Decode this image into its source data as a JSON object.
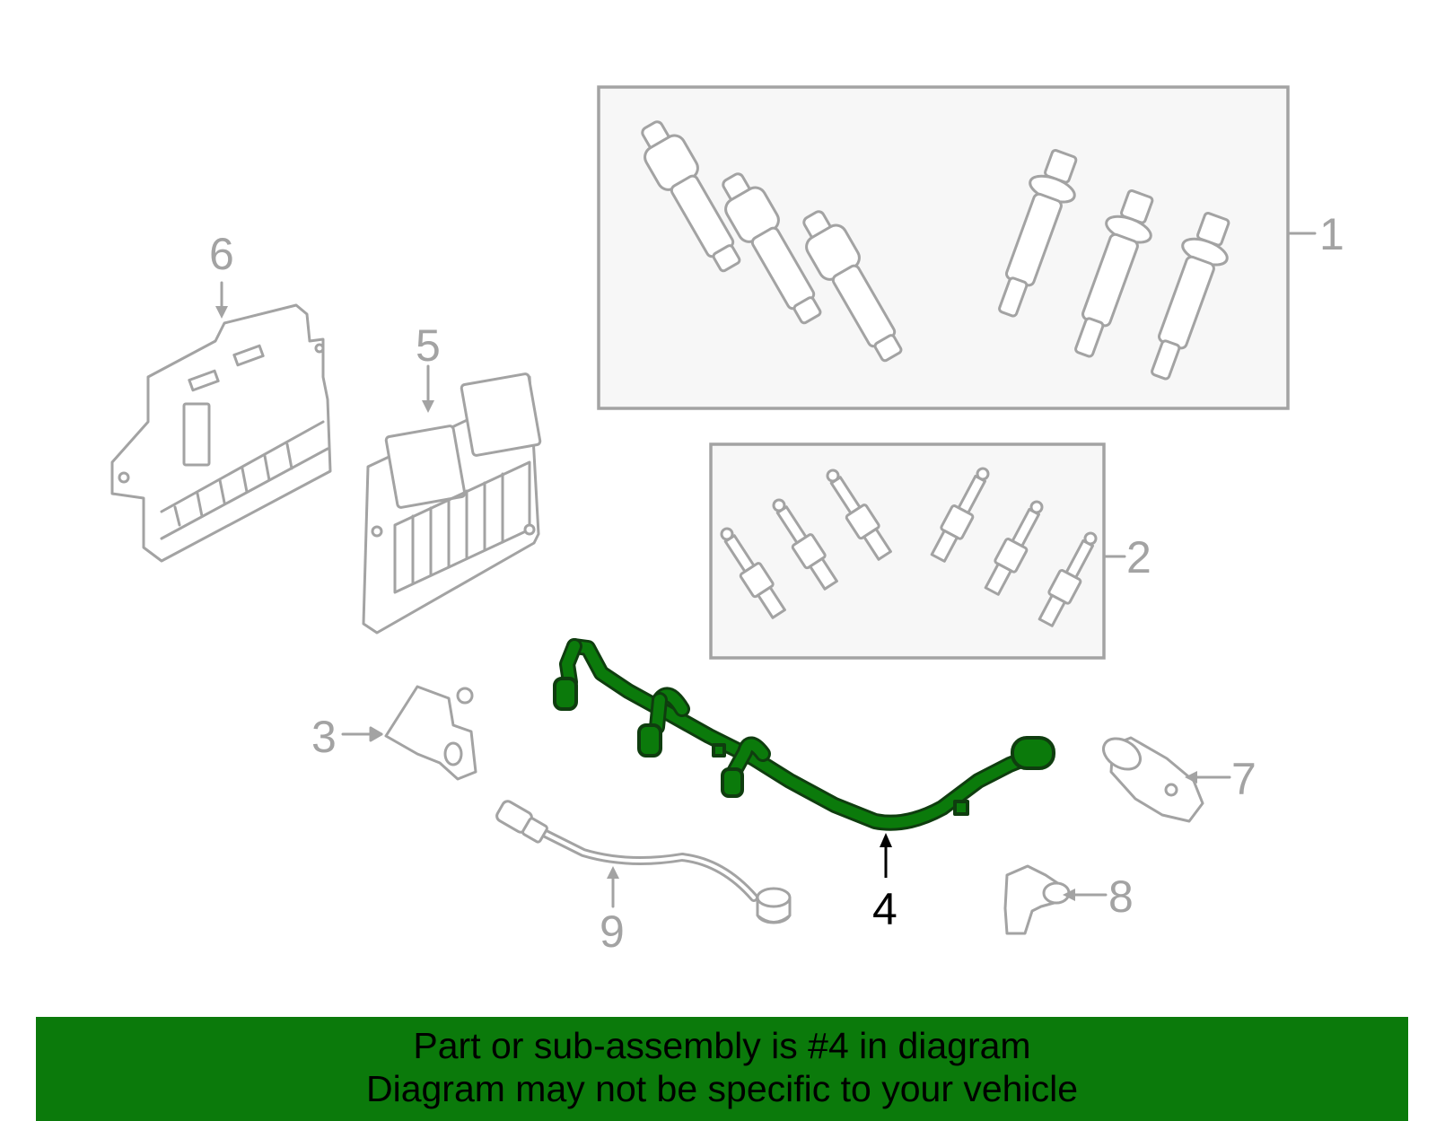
{
  "diagram": {
    "callouts": [
      "1",
      "2",
      "3",
      "4",
      "5",
      "6",
      "7",
      "8",
      "9"
    ],
    "highlighted": "4",
    "highlight_color": "#0b7a0b",
    "part_color": "#a3a3a3"
  },
  "banner": {
    "line1": "Part or sub-assembly is #4 in diagram",
    "line2": "Diagram may not be specific to your vehicle",
    "background": "#0b7a0b"
  }
}
